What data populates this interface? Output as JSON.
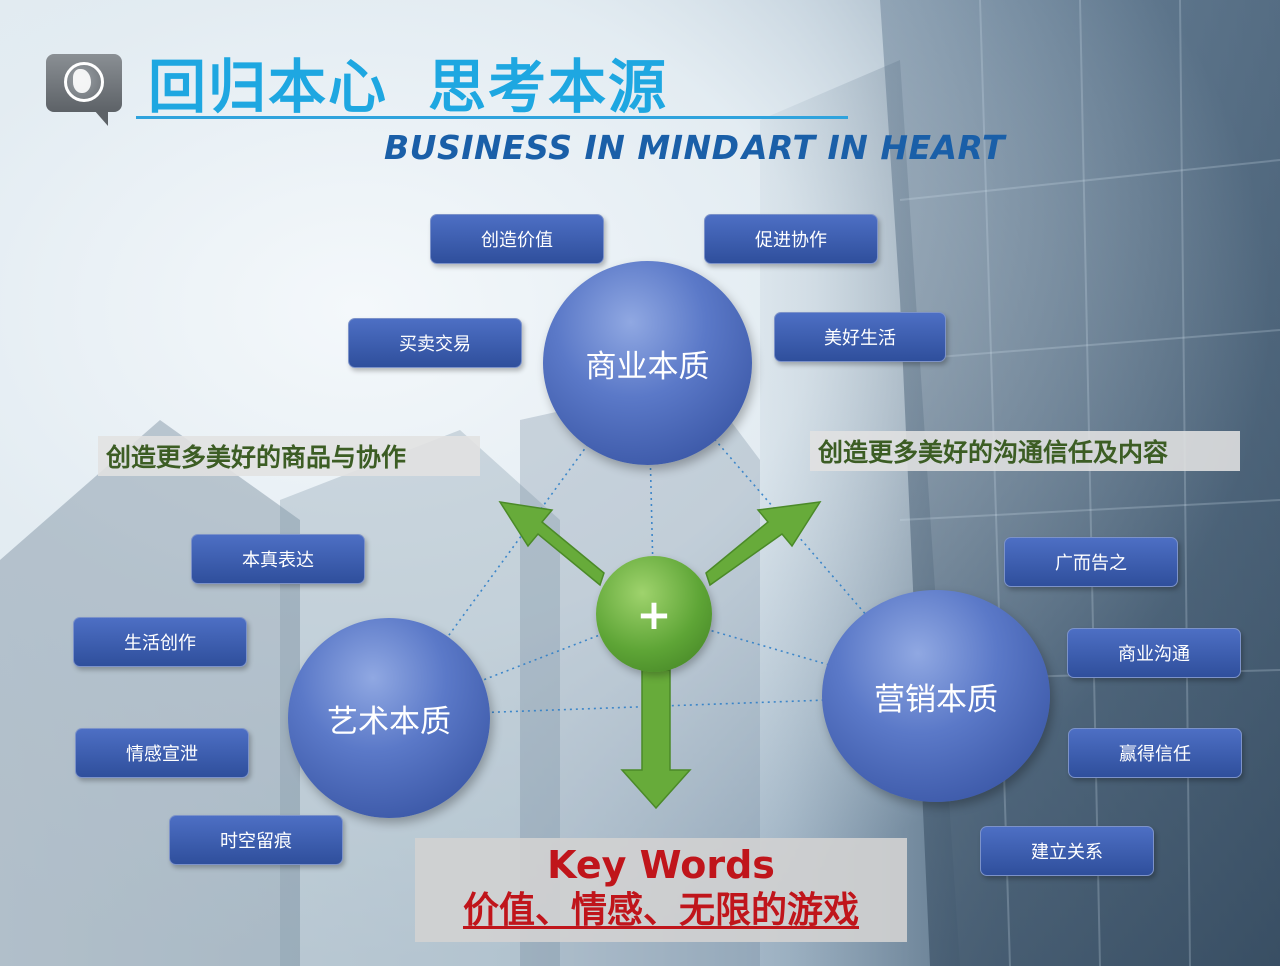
{
  "header": {
    "title_part1": "回归本心",
    "title_part2": "思考本源",
    "subtitle_part1": "BUSINESS IN MIND",
    "subtitle_part2": "ART IN HEART"
  },
  "diagram": {
    "center_symbol": "+",
    "business": {
      "label": "商业本质",
      "items": [
        "创造价值",
        "促进协作",
        "买卖交易",
        "美好生活"
      ]
    },
    "art": {
      "label": "艺术本质",
      "items": [
        "本真表达",
        "生活创作",
        "情感宣泄",
        "时空留痕"
      ]
    },
    "marketing": {
      "label": "营销本质",
      "items": [
        "广而告之",
        "商业沟通",
        "赢得信任",
        "建立关系"
      ]
    },
    "caption_left": "创造更多美好的商品与协作",
    "caption_right": "创造更多美好的沟通信任及内容"
  },
  "keywords": {
    "title": "Key Words",
    "subtitle": "价值、情感、无限的游戏"
  },
  "colors": {
    "title": "#1ea7e1",
    "subtitle": "#1a5fa8",
    "box": "#3a5cb0",
    "circle": "#4a67b8",
    "arrow": "#5ea536",
    "caption_text": "#3c5d24",
    "keywords_text": "#c0151b"
  },
  "icons": [
    "globe-logo-icon",
    "plus-icon",
    "arrow-up-left-icon",
    "arrow-up-right-icon",
    "arrow-down-icon"
  ]
}
